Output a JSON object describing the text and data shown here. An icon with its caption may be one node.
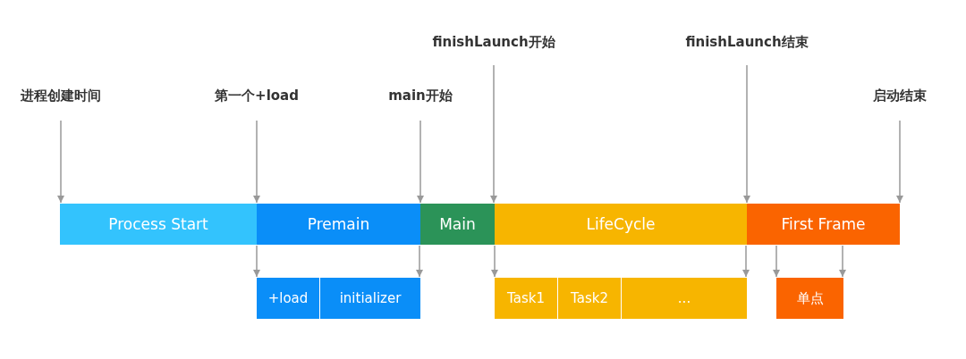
{
  "diagram": {
    "nodes": [
      {
        "text": [
          "进程创建时间"
        ]
      },
      {
        "text": [
          "第一个+load"
        ]
      },
      {
        "text": [
          "main开始"
        ]
      },
      {
        "text": [
          "finishLaunch开始"
        ]
      },
      {
        "text": [
          "finishLaunch结束"
        ]
      },
      {
        "text": [
          "启动结束"
        ]
      },
      {
        "text": [
          "Process Start"
        ]
      },
      {
        "text": [
          "Premain"
        ]
      },
      {
        "text": [
          "Main"
        ]
      },
      {
        "text": [
          "LifeCycle"
        ]
      },
      {
        "text": [
          "First Frame"
        ]
      },
      {
        "text": [
          "+load"
        ]
      },
      {
        "text": [
          "initializer"
        ]
      },
      {
        "text": [
          "Task1"
        ]
      },
      {
        "text": [
          "Task2"
        ]
      },
      {
        "text": [
          "..."
        ]
      },
      {
        "text": [
          "单点"
        ]
      }
    ],
    "edges": [
      {
        "from": 0,
        "to": 6,
        "arrow": "to"
      },
      {
        "from": 1,
        "to": 7,
        "arrow": "to"
      },
      {
        "from": 2,
        "to": 8,
        "arrow": "to"
      },
      {
        "from": 3,
        "to": 9,
        "arrow": "to"
      },
      {
        "from": 4,
        "to": 10,
        "arrow": "to"
      },
      {
        "from": 5,
        "to": 10,
        "arrow": "to"
      },
      {
        "from": 7,
        "to": 11,
        "arrow": "to"
      },
      {
        "from": 7,
        "to": 12,
        "arrow": "to"
      },
      {
        "from": 9,
        "to": 13,
        "arrow": "to"
      },
      {
        "from": 9,
        "to": 15,
        "arrow": "to"
      },
      {
        "from": 10,
        "to": 16,
        "arrow": "to"
      },
      {
        "from": 10,
        "to": 16,
        "arrow": "to"
      }
    ]
  }
}
